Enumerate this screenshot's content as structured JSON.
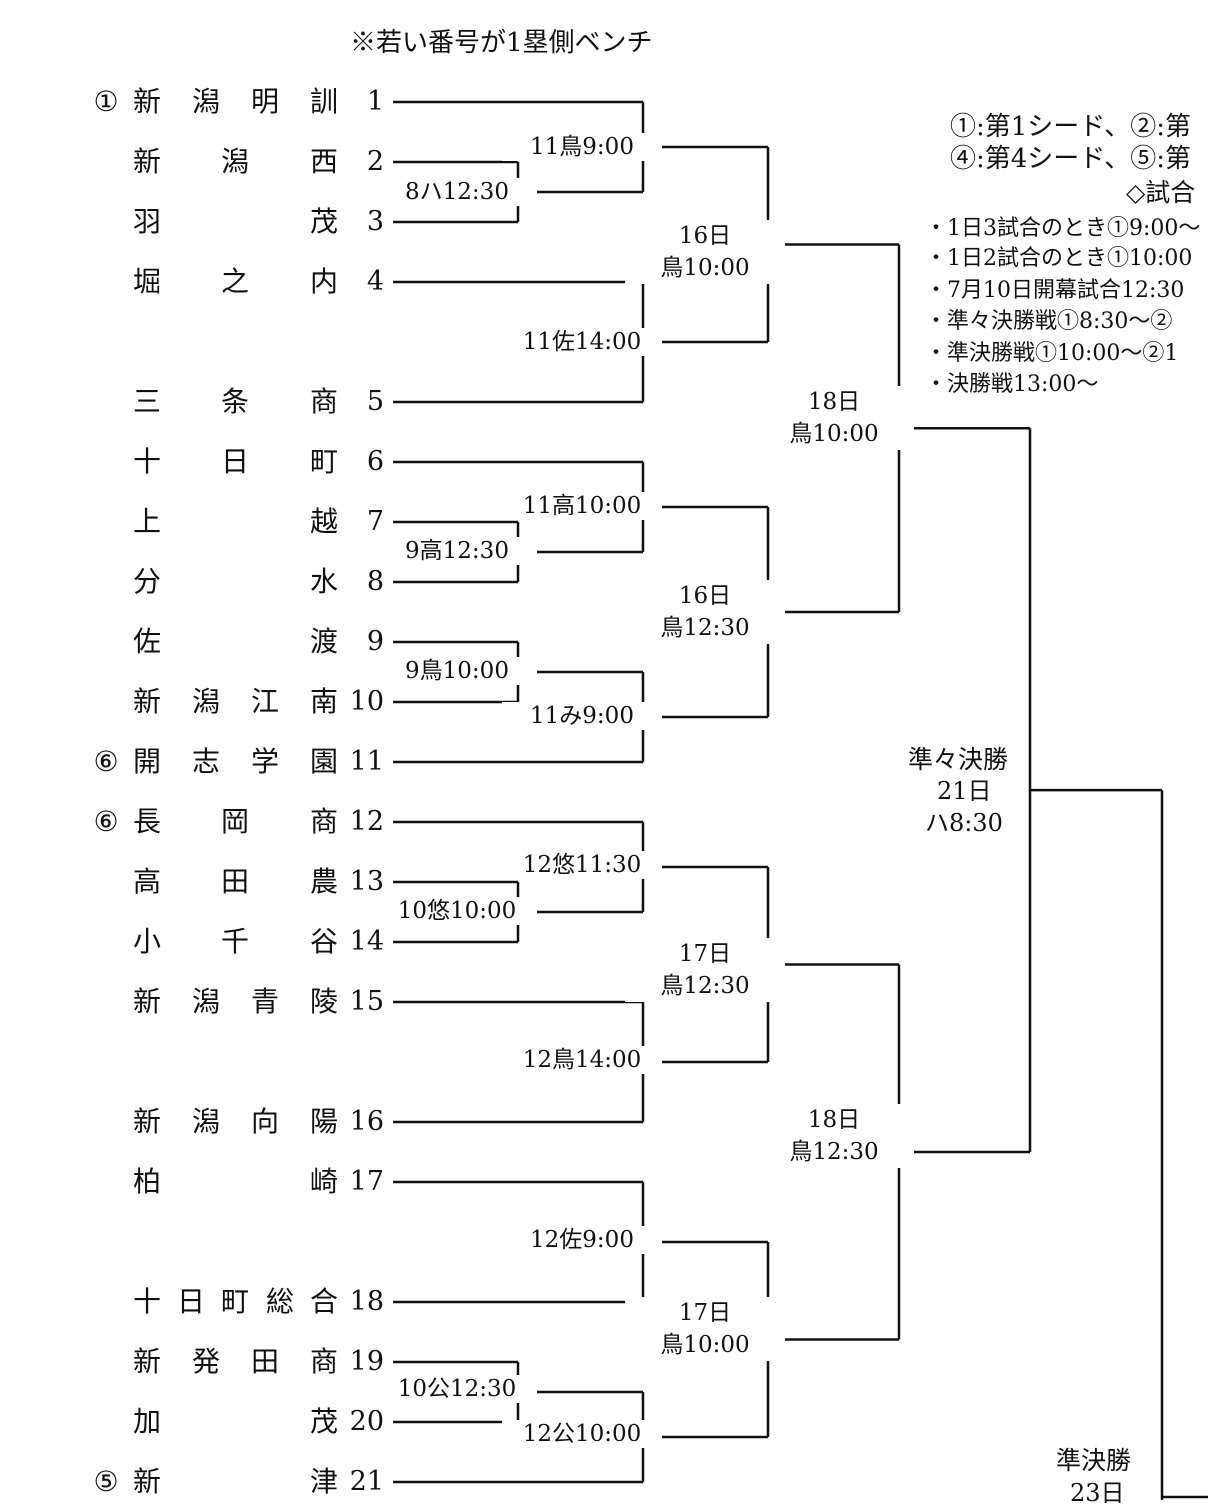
{
  "header_note": "※若い番号が1塁側ベンチ",
  "legend": {
    "seed_lines": [
      "①:第1シード、②:第",
      "④:第4シード、⑤:第"
    ],
    "schedule_title": "◇試合",
    "schedule_lines": [
      "・1日3試合のとき①9:00〜",
      "・1日2試合のとき①10:00",
      "・7月10日開幕試合12:30",
      "・準々決勝戦①8:30〜②",
      "・準決勝戦①10:00〜②1",
      "・決勝戦13:00〜"
    ]
  },
  "teams": [
    {
      "seed": "①",
      "name": "新潟明訓",
      "num": "1"
    },
    {
      "seed": "",
      "name": "新潟西",
      "num": "2"
    },
    {
      "seed": "",
      "name": "羽茂",
      "num": "3"
    },
    {
      "seed": "",
      "name": "堀之内",
      "num": "4"
    },
    {
      "seed": "",
      "name": "三条商",
      "num": "5"
    },
    {
      "seed": "",
      "name": "十日町",
      "num": "6"
    },
    {
      "seed": "",
      "name": "上越",
      "num": "7"
    },
    {
      "seed": "",
      "name": "分水",
      "num": "8"
    },
    {
      "seed": "",
      "name": "佐渡",
      "num": "9"
    },
    {
      "seed": "",
      "name": "新潟江南",
      "num": "10"
    },
    {
      "seed": "⑥",
      "name": "開志学園",
      "num": "11"
    },
    {
      "seed": "⑥",
      "name": "長岡商",
      "num": "12"
    },
    {
      "seed": "",
      "name": "高田農",
      "num": "13"
    },
    {
      "seed": "",
      "name": "小千谷",
      "num": "14"
    },
    {
      "seed": "",
      "name": "新潟青陵",
      "num": "15"
    },
    {
      "seed": "",
      "name": "新潟向陽",
      "num": "16"
    },
    {
      "seed": "",
      "name": "柏崎",
      "num": "17"
    },
    {
      "seed": "",
      "name": "十日町総合",
      "num": "18"
    },
    {
      "seed": "",
      "name": "新発田商",
      "num": "19"
    },
    {
      "seed": "",
      "name": "加茂",
      "num": "20"
    },
    {
      "seed": "⑤",
      "name": "新津",
      "num": "21"
    }
  ],
  "matches": [
    {
      "id": "m2_3",
      "label": "8ハ12:30"
    },
    {
      "id": "m7_8",
      "label": "9高12:30"
    },
    {
      "id": "m9_10",
      "label": "9鳥10:00"
    },
    {
      "id": "m13_14",
      "label": "10悠10:00"
    },
    {
      "id": "m19_20",
      "label": "10公12:30"
    },
    {
      "id": "r2_a",
      "label": "11鳥9:00"
    },
    {
      "id": "r2_b",
      "label": "11佐14:00"
    },
    {
      "id": "r2_c",
      "label": "11高10:00"
    },
    {
      "id": "r2_d",
      "label": "11み9:00"
    },
    {
      "id": "r2_e",
      "label": "12悠11:30"
    },
    {
      "id": "r2_f",
      "label": "12鳥14:00"
    },
    {
      "id": "r2_g",
      "label": "12佐9:00"
    },
    {
      "id": "r2_h",
      "label": "12公10:00"
    },
    {
      "id": "r3_a",
      "label": "16日\n鳥10:00"
    },
    {
      "id": "r3_b",
      "label": "16日\n鳥12:30"
    },
    {
      "id": "r3_c",
      "label": "17日\n鳥12:30"
    },
    {
      "id": "r3_d",
      "label": "17日\n鳥10:00"
    },
    {
      "id": "r4_a",
      "label": "18日\n鳥10:00"
    },
    {
      "id": "r4_b",
      "label": "18日\n鳥12:30"
    }
  ],
  "quarterfinal": {
    "title": "準々決勝",
    "day": "21日",
    "time": "ハ8:30"
  },
  "semifinal": {
    "title": "準決勝",
    "day": "23日"
  }
}
